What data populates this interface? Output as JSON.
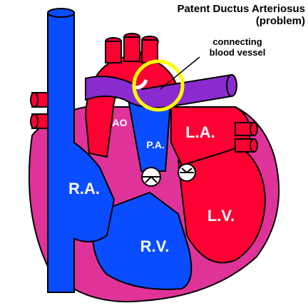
{
  "title": {
    "line1": "Patent Ductus Arteriosus",
    "line2": "(problem)"
  },
  "callout": {
    "line1": "connecting",
    "line2": "blood vessel"
  },
  "labels": {
    "ao": "AO",
    "pa": "P.A.",
    "la": "L.A.",
    "ra": "R.A.",
    "rv": "R.V.",
    "lv": "L.V."
  },
  "colors": {
    "oxygenated": "#ff0033",
    "deoxygenated": "#0a4cff",
    "myocardium": "#e0339a",
    "highlight_ring": "#ffff00",
    "mixed_blood": "#8a2bd0"
  }
}
